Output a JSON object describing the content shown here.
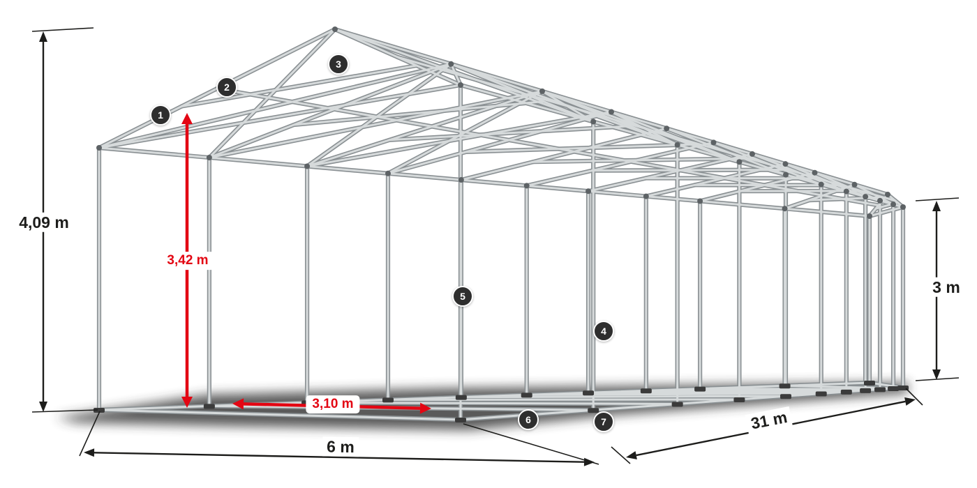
{
  "diagram": {
    "colors": {
      "accent_red": "#e30613",
      "dimension_black": "#1d1d1b",
      "frame_tube_dark": "#8a9093",
      "frame_tube_light": "#d6dadb",
      "badge_bg": "#2e2e2e",
      "shadow": "#303030"
    },
    "dimensions": {
      "total_height": "4,09 m",
      "inner_height": "3,42 m",
      "side_height": "3 m",
      "inner_width": "3,10 m",
      "width": "6 m",
      "length": "31 m"
    },
    "markers": [
      {
        "label": "1"
      },
      {
        "label": "2"
      },
      {
        "label": "3"
      },
      {
        "label": "4"
      },
      {
        "label": "5"
      },
      {
        "label": "6"
      },
      {
        "label": "7"
      }
    ]
  }
}
